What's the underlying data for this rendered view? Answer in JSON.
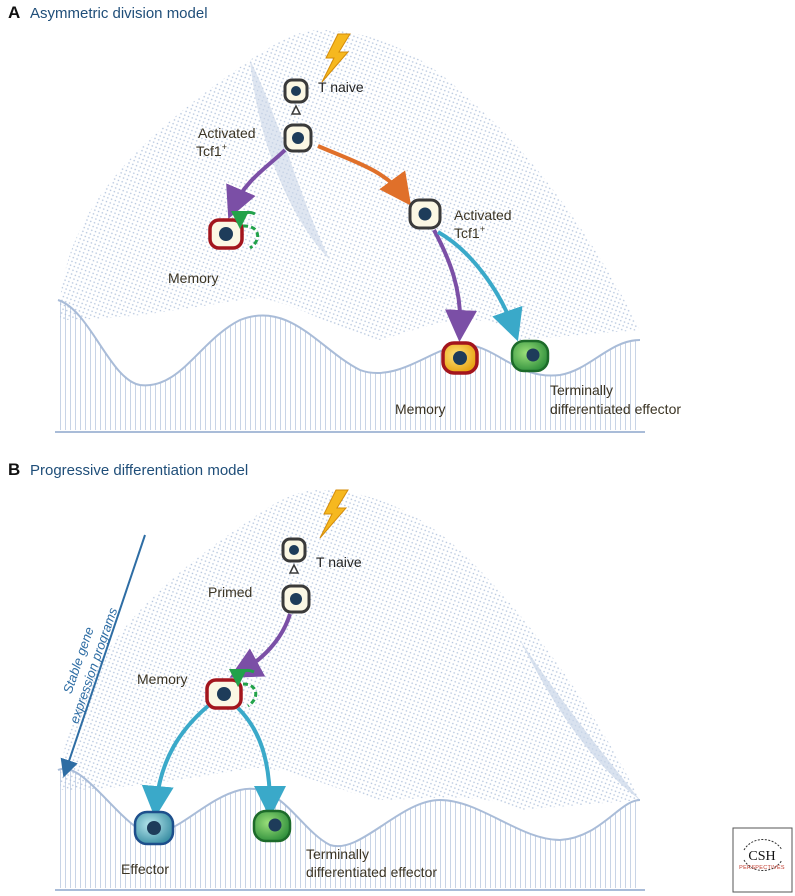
{
  "panel_a": {
    "letter": "A",
    "title": "Asymmetric division model",
    "labels": {
      "t_naive": "T naive",
      "activated_1_line1": "Activated",
      "activated_1_line2": "Tcf1",
      "activated_2_line1": "Activated",
      "activated_2_line2": "Tcf1",
      "tcf_superscript": "+",
      "memory_left": "Memory",
      "memory_right": "Memory",
      "terminal_line1": "Terminally",
      "terminal_line2": "differentiated effector"
    }
  },
  "panel_b": {
    "letter": "B",
    "title": "Progressive differentiation model",
    "labels": {
      "t_naive": "T naive",
      "primed": "Primed",
      "memory": "Memory",
      "effector": "Effector",
      "terminal_line1": "Terminally",
      "terminal_line2": "differentiated effector"
    },
    "side_arrow_line1": "Stable gene",
    "side_arrow_line2": "expression programs"
  },
  "logo": {
    "main": "CSH",
    "sub": "PERSPECTIVES"
  },
  "colors": {
    "landscape": "#a9bcd8",
    "purple_arrow": "#7b4fa6",
    "orange_arrow": "#e0702a",
    "cyan_arrow": "#3aa9c9",
    "green_dashed": "#22a24a",
    "memory_cell_border": "#a3151d",
    "memory_yellow_fill": "#f6c325",
    "effector_green": "#3aa64a",
    "effector_teal": "#4aa3b0",
    "lightning": "#f6b81f",
    "title_blue": "#1f4e79"
  }
}
